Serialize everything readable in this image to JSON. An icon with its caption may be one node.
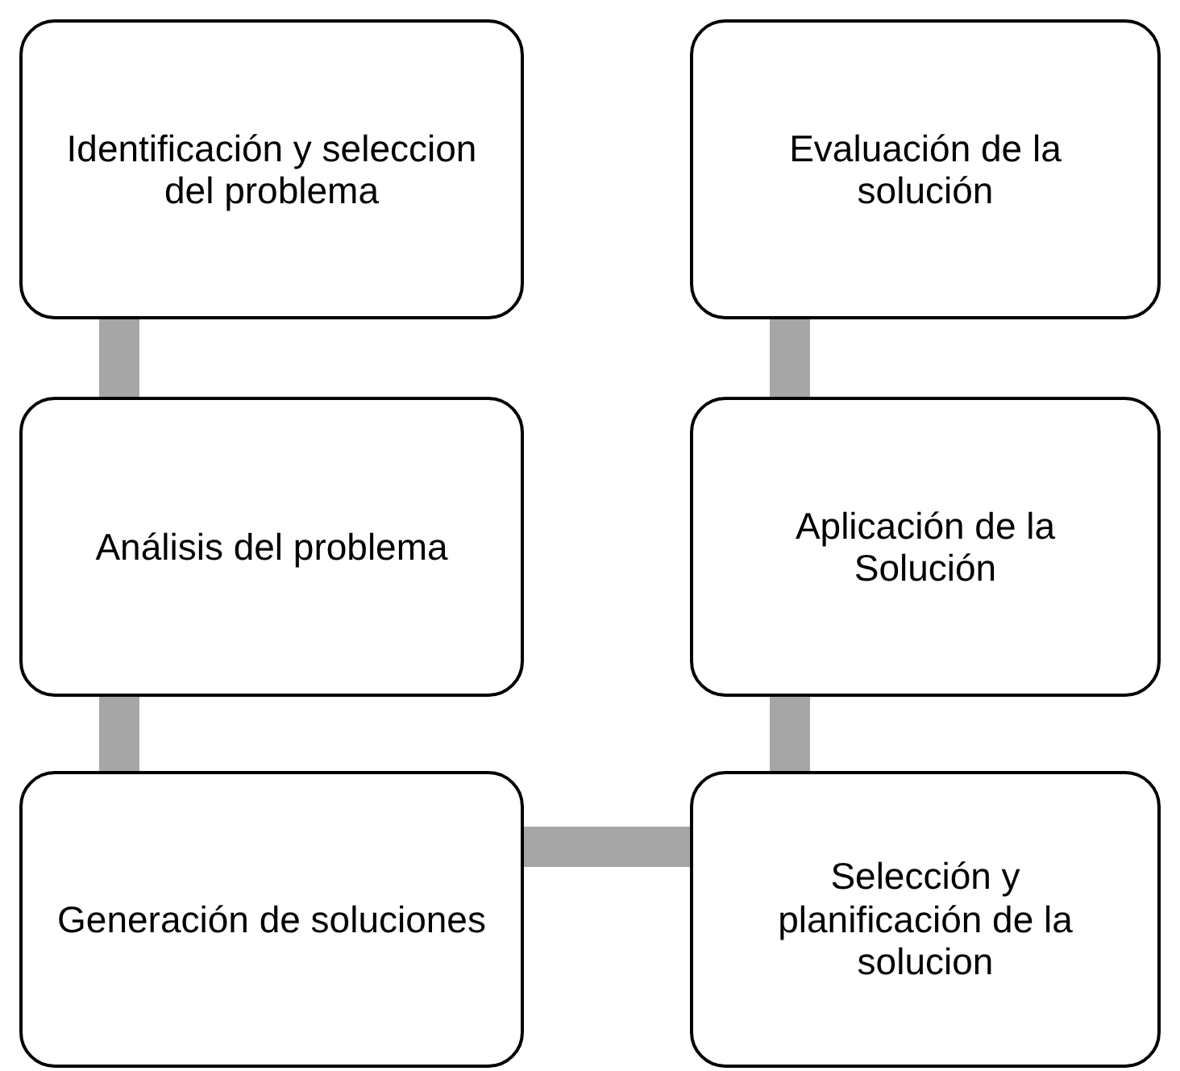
{
  "diagram": {
    "nodes": [
      {
        "text": [
          "Identificación y seleccion del problema"
        ]
      },
      {
        "text": [
          "Análisis del problema"
        ]
      },
      {
        "text": [
          "Generación de soluciones"
        ]
      },
      {
        "text": [
          "Selección y planificación de la solucion"
        ]
      },
      {
        "text": [
          "Aplicación de la Solución"
        ]
      },
      {
        "text": [
          "Evaluación de la solución"
        ]
      }
    ],
    "edges": [
      {
        "from": 0,
        "to": 1,
        "arrow": "none"
      },
      {
        "from": 1,
        "to": 2,
        "arrow": "none"
      },
      {
        "from": 2,
        "to": 3,
        "arrow": "none"
      },
      {
        "from": 3,
        "to": 4,
        "arrow": "none"
      },
      {
        "from": 4,
        "to": 5,
        "arrow": "none"
      }
    ]
  }
}
